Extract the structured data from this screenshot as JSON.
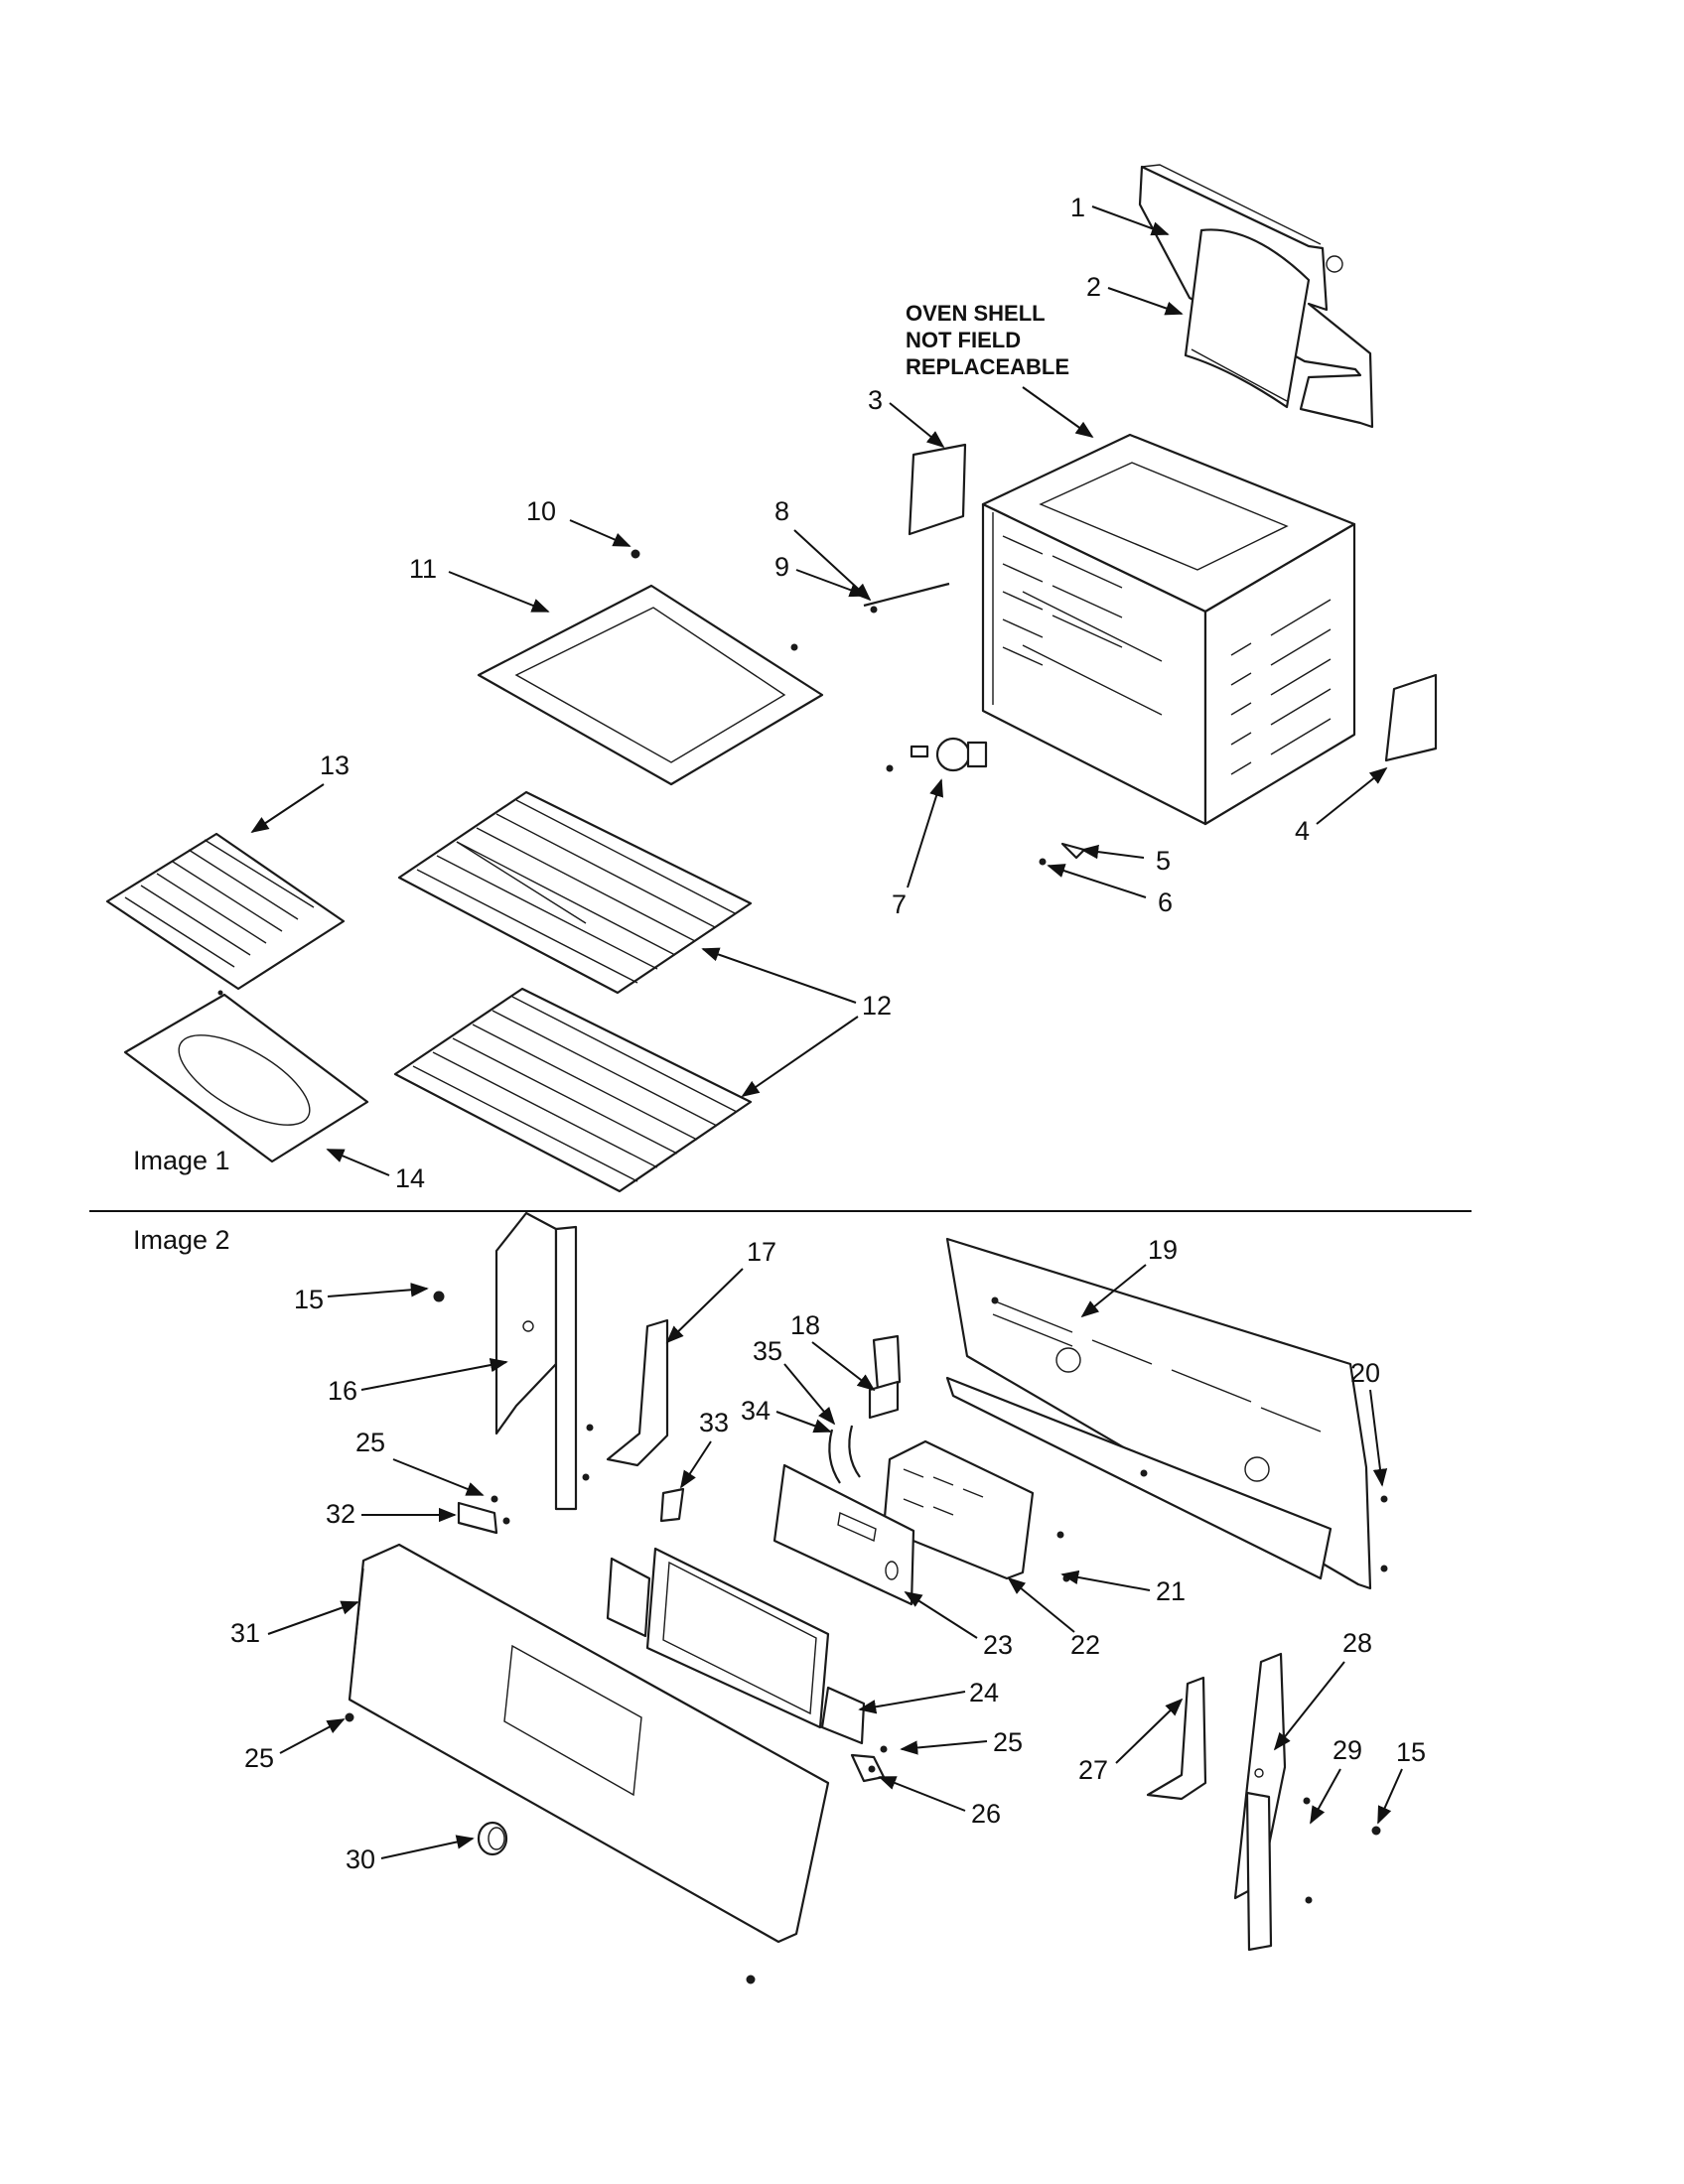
{
  "captions": {
    "image1": "Image 1",
    "image2": "Image 2"
  },
  "note": {
    "line1": "OVEN SHELL",
    "line2": "NOT FIELD",
    "line3": "REPLACEABLE"
  },
  "callouts": {
    "c1": "1",
    "c2": "2",
    "c3": "3",
    "c4": "4",
    "c5": "5",
    "c6": "6",
    "c7": "7",
    "c8": "8",
    "c9": "9",
    "c10": "10",
    "c11": "11",
    "c12": "12",
    "c13": "13",
    "c14": "14",
    "c15": "15",
    "c16": "16",
    "c17": "17",
    "c18": "18",
    "c19": "19",
    "c20": "20",
    "c21": "21",
    "c22": "22",
    "c23": "23",
    "c24": "24",
    "c25": "25",
    "c26": "26",
    "c27": "27",
    "c28": "28",
    "c29": "29",
    "c30": "30",
    "c31": "31",
    "c32": "32",
    "c33": "33",
    "c34": "34",
    "c35": "35"
  }
}
